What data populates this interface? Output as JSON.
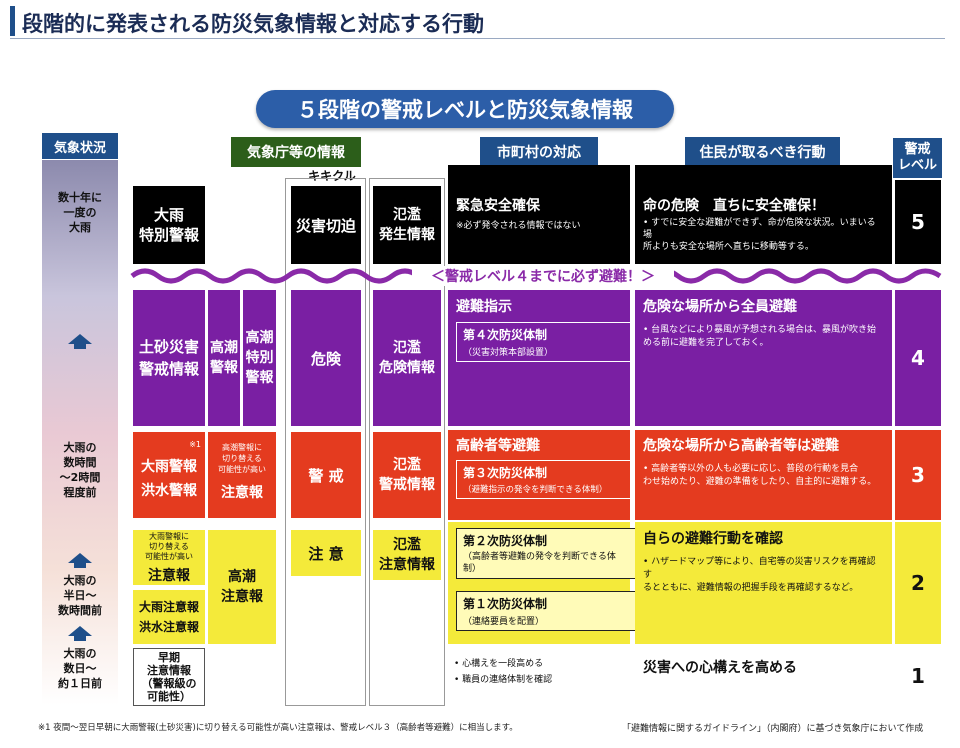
{
  "page_title": "段階的に発表される防災気象情報と対応する行動",
  "banner_title": "５段階の警戒レベルと防災気象情報",
  "headers": {
    "weather_status": "気象状況",
    "jma_info": "気象庁等の情報",
    "municipality": "市町村の対応",
    "residents": "住民が取るべき行動",
    "alert_level": "警戒\nレベル"
  },
  "kikikuru": "キキクル",
  "weather_conditions": {
    "l5": "数十年に\n一度の\n大雨",
    "l3": "大雨の\n数時間\n～2時間\n程度前",
    "l2": "大雨の\n半日～\n数時間前",
    "l1": "大雨の\n数日～\n約１日前"
  },
  "level_numbers": {
    "l5": "5",
    "l4": "4",
    "l3": "3",
    "l2": "2",
    "l1": "1"
  },
  "jma": {
    "l5_main": "大雨\n特別警報",
    "l5_kikikuru": "災害切迫",
    "l5_flood": "氾濫\n発生情報",
    "l4_dosha": "土砂災害\n警戒情報",
    "l4_takashio_keiho": "高潮\n警報",
    "l4_takashio_tokubetsu": "高潮\n特別\n警報",
    "l4_kikikuru": "危険",
    "l4_flood": "氾濫\n危険情報",
    "l3_note": "※1",
    "l3_main": "大雨警報\n洪水警報",
    "l3_takashio": "高潮警報に\n切り替える\n可能性が高い",
    "l3_takashio_big": "注意報",
    "l3_kikikuru": "警 戒",
    "l3_flood": "氾濫\n警戒情報",
    "l2_switch_small": "大雨警報に\n切り替える\n可能性が高い",
    "l2_switch_big": "注意報",
    "l2_takashio": "高潮\n注意報",
    "l2_kikikuru": "注 意",
    "l2_flood": "氾濫\n注意情報",
    "l2_advisory": "大雨注意報\n洪水注意報",
    "l1_early": "早期\n注意情報\n（警報級の\n可能性）"
  },
  "divider_text": "＜警戒レベル４までに必ず避難！＞",
  "municipality": {
    "l5_title": "緊急安全確保",
    "l5_note": "※必ず発令される情報ではない",
    "l4_title": "避難指示",
    "l4_box_title": "第４次防災体制",
    "l4_box_sub": "（災害対策本部設置）",
    "l3_title": "高齢者等避難",
    "l3_box_title": "第３次防災体制",
    "l3_box_sub": "（避難指示の発令を判断できる体制）",
    "l2_box1_title": "第２次防災体制",
    "l2_box1_sub": "（高齢者等避難の発令を判断できる体\n制）",
    "l2_box2_title": "第１次防災体制",
    "l2_box2_sub": "（連絡要員を配置）",
    "l1_bullet1": "• 心構えを一段高める",
    "l1_bullet2": "• 職員の連絡体制を確認"
  },
  "residents": {
    "l5_title": "命の危険　直ちに安全確保！",
    "l5_text": "• すでに安全な避難ができず、命が危険な状況。いまいる場\n所よりも安全な場所へ直ちに移動等する。",
    "l4_title": "危険な場所から全員避難",
    "l4_text": "• 台風などにより暴風が予想される場合は、暴風が吹き始\nめる前に避難を完了しておく。",
    "l3_title": "危険な場所から高齢者等は避難",
    "l3_text": "• 高齢者等以外の人も必要に応じ、普段の行動を見合\nわせ始めたり、避難の準備をしたり、自主的に避難する。",
    "l2_title": "自らの避難行動を確認",
    "l2_text": "• ハザードマップ等により、自宅等の災害リスクを再確認す\nるとともに、避難情報の把握手段を再確認するなど。",
    "l1_title": "災害への心構えを高める"
  },
  "footnote": "※1 夜間～翌日早朝に大雨警報(土砂災害)に切り替える可能性が高い注意報は、警戒レベル３（高齢者等避難）に相当します。",
  "source": "「避難情報に関するガイドライン」（内閣府）に基づき気象庁において作成",
  "colors": {
    "level5": "#000000",
    "level4": "#7a1fa3",
    "level3": "#e43b1f",
    "level2": "#f4ea3a",
    "header_blue": "#1f4f8a",
    "header_green": "#2c5e1a",
    "banner": "#2c5ea8"
  }
}
